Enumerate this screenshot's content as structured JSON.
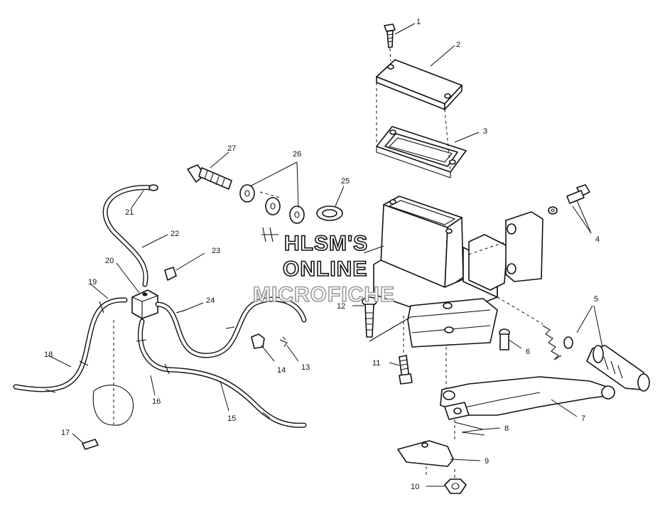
{
  "watermark": {
    "line1": "HLSM'S",
    "line2": "ONLINE",
    "line3": "MICROFICHE"
  },
  "callouts": [
    "1",
    "2",
    "3",
    "4",
    "5",
    "6",
    "7",
    "8",
    "9",
    "10",
    "11",
    "12",
    "13",
    "14",
    "15",
    "16",
    "17",
    "18",
    "19",
    "20",
    "21",
    "22",
    "23",
    "24",
    "25",
    "26",
    "27"
  ],
  "colors": {
    "ink": "#111111",
    "paper": "#ffffff",
    "watermark_grey": "#9a9a9a"
  }
}
